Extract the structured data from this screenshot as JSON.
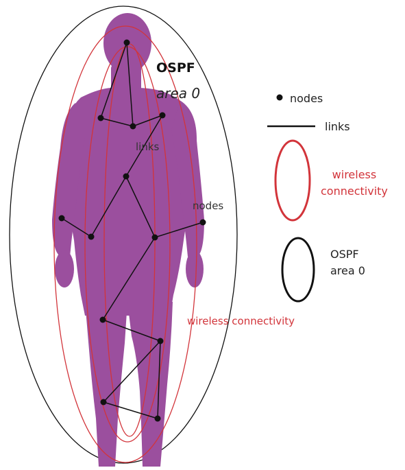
{
  "colors": {
    "body": "#9b4f9e",
    "wireless": "#d2343a",
    "ospf": "#111111",
    "link": "#111111"
  },
  "diagram": {
    "area_title": "OSPF",
    "area_subtitle": "area 0",
    "inline_labels": {
      "links": "links",
      "nodes": "nodes",
      "wireless": "wireless connectivity"
    },
    "legend": {
      "nodes": "nodes",
      "links": "links",
      "wireless_line1": "wireless",
      "wireless_line2": "connectivity",
      "ospf_line1": "OSPF",
      "ospf_line2": "area 0"
    }
  }
}
